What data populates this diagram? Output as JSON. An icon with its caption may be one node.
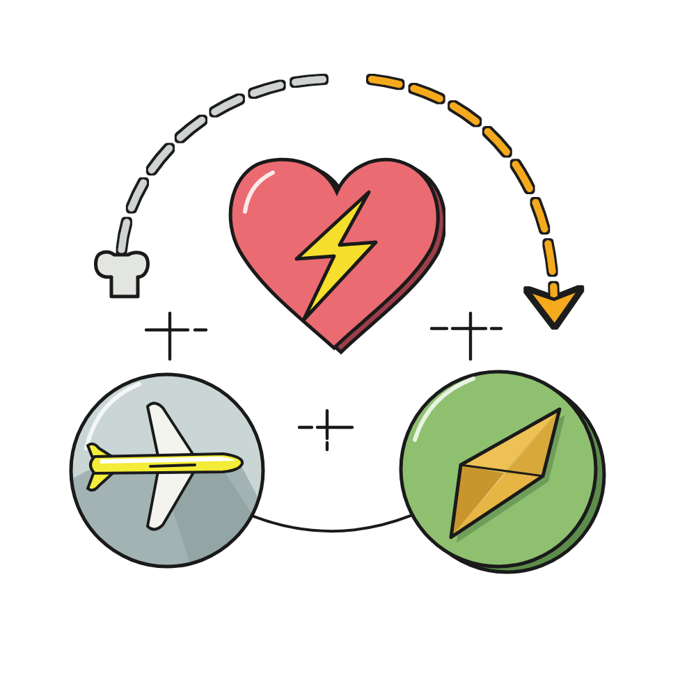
{
  "diagram": {
    "nodes": [
      {
        "text": [],
        "shape": "picture"
      },
      {
        "text": [],
        "shape": "plug"
      },
      {
        "text": [],
        "shape": "picture"
      },
      {
        "text": [],
        "shape": "picture"
      }
    ],
    "edges": [
      {
        "from": null,
        "to": 1,
        "arrow": "none",
        "style": "dashed",
        "color": "#cfd4d0"
      },
      {
        "from": null,
        "to": 3,
        "arrow": "to",
        "style": "dashed",
        "color": "#f4aa1e"
      },
      {
        "from": 2,
        "to": 3,
        "arrow": "none",
        "color": "#1a1a1a"
      }
    ]
  }
}
